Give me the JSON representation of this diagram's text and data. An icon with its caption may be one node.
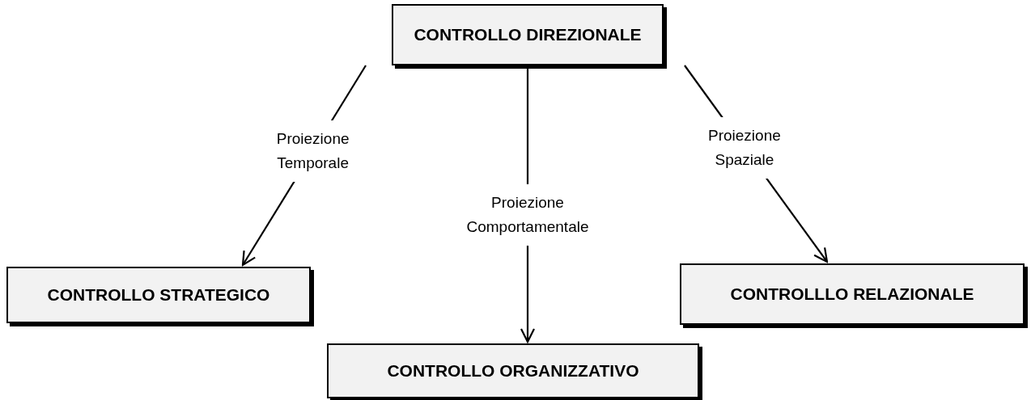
{
  "diagram": {
    "nodes": [
      {
        "text": [
          "CONTROLLO DIREZIONALE"
        ]
      },
      {
        "text": [
          "CONTROLLO STRATEGICO"
        ]
      },
      {
        "text": [
          "CONTROLLO ORGANIZZATIVO"
        ]
      },
      {
        "text": [
          "CONTROLLLO RELAZIONALE"
        ]
      }
    ],
    "edges": [
      {
        "from": 0,
        "to": 1,
        "arrow": "to",
        "label": "Proiezione Temporale"
      },
      {
        "from": 0,
        "to": 2,
        "arrow": "to",
        "label": "Proiezione Comportamentale"
      },
      {
        "from": 0,
        "to": 3,
        "arrow": "to",
        "label": "Proiezione Spaziale"
      }
    ]
  }
}
